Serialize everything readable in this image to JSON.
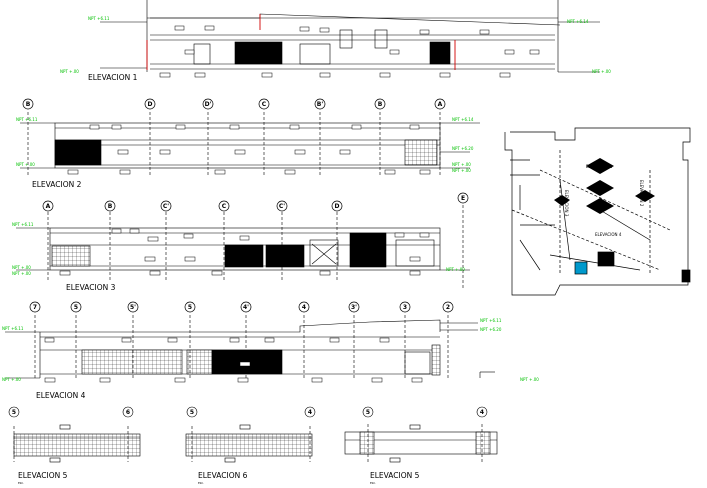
{
  "drawing": {
    "colors": {
      "line": "#000000",
      "level": "#00c000",
      "accent": "#d00000",
      "fill": "#000000"
    },
    "elevations": {
      "e1": {
        "title": "ELEVACION  1",
        "levels": [
          "NPT +6.11",
          "NPT +6.14",
          "NPT +.00",
          "NPT +.00"
        ]
      },
      "e2": {
        "title": "ELEVACION  2",
        "axes": [
          "B",
          "D",
          "D'",
          "C",
          "B'",
          "B",
          "A"
        ],
        "levels": [
          "NPT +6.11",
          "NPT +6.14",
          "NPT +.00",
          "NPT +6.20",
          "NPT +.00",
          "NPT +.00"
        ]
      },
      "e3": {
        "title": "ELEVACION  3",
        "axes": [
          "A",
          "B",
          "C'",
          "C",
          "C'",
          "D"
        ],
        "extra_axis": "E",
        "levels": [
          "NPT +6.11",
          "NPT +.00",
          "NPT +.00",
          "NPT +.00"
        ]
      },
      "e4": {
        "title": "ELEVACION  4",
        "axes": [
          "7",
          "5",
          "5'",
          "5",
          "4'",
          "4",
          "3'",
          "3",
          "2"
        ],
        "levels": [
          "NPT +6.11",
          "NPT +6.11",
          "NPT +6.20",
          "NPT +.00",
          "NPT +.00"
        ]
      },
      "e5": {
        "title": "ELEVACION  5",
        "sub": "ESC.",
        "axes": [
          "5",
          "6"
        ]
      },
      "e6": {
        "title": "ELEVACION  6",
        "sub": "ESC.",
        "axes": [
          "5",
          "4"
        ]
      },
      "e7": {
        "title": "ELEVACION  5",
        "sub": "ESC.",
        "axes": [
          "5",
          "4"
        ]
      }
    },
    "plan": {
      "labels": [
        "ELEVACION 1",
        "ELEVACION 2",
        "ELEVACION 3",
        "ELEVACION 4"
      ]
    }
  }
}
